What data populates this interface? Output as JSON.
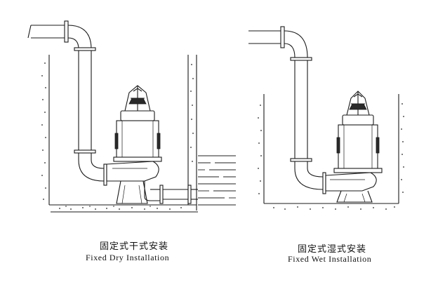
{
  "diagrams": [
    {
      "caption_zh": "固定式干式安装",
      "caption_en": "Fixed Dry Installation"
    },
    {
      "caption_zh": "固定式湿式安装",
      "caption_en": "Fixed Wet Installation"
    }
  ]
}
